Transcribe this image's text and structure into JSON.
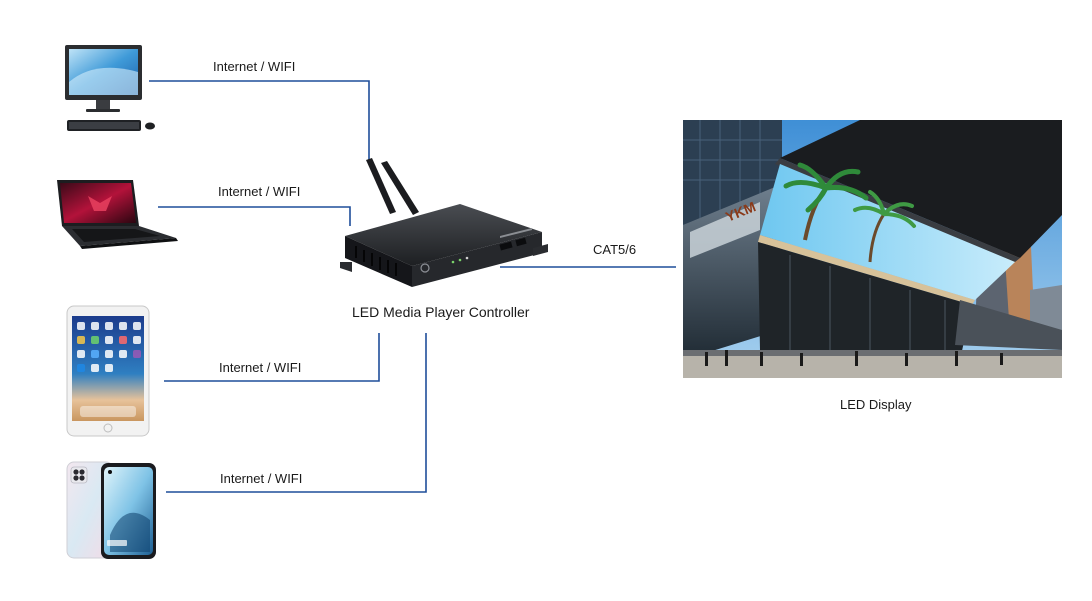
{
  "connections": {
    "desktop_label": "Internet / WIFI",
    "laptop_label": "Internet / WIFI",
    "tablet_label": "Internet / WIFI",
    "phone_label": "Internet / WIFI",
    "display_label": "CAT5/6"
  },
  "controller": {
    "label": "LED Media Player Controller"
  },
  "display": {
    "label": "LED Display",
    "sign_text": "YKM"
  },
  "colors": {
    "line": "#1f4e9a"
  }
}
